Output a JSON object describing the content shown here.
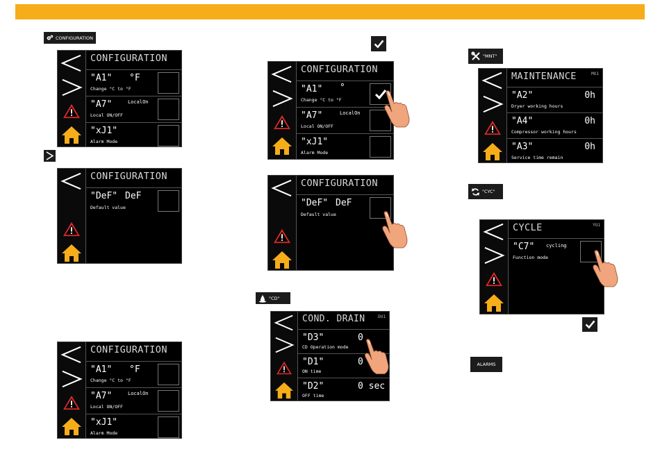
{
  "colors": {
    "accent": "#F6AD1A",
    "alarm": "#D62828",
    "home": "#F6AD1A"
  },
  "labels": {
    "configuration": "CONFIGURATION",
    "mnt": "\"MNT\"",
    "cyc": "\"CYC\"",
    "cd": "\"CD\"",
    "alarms": "ALARMS"
  },
  "screens": {
    "s1": {
      "title": "CONFIGURATION",
      "r1": {
        "name": "\"A1\"",
        "val": "°F",
        "desc": "Change °C to °F"
      },
      "r2": {
        "name": "\"A7\"",
        "val": "LocalOn",
        "desc": "Local ON/OFF"
      },
      "r3": {
        "name": "\"xJ1\"",
        "desc": "Alarm Mode"
      }
    },
    "s2": {
      "title": "CONFIGURATION",
      "r1": {
        "name": "\"DeF\"",
        "val": "DeF",
        "desc": "Default value"
      }
    },
    "s3": {
      "title": "CONFIGURATION",
      "r1": {
        "name": "\"A1\"",
        "val": "°F",
        "desc": "Change °C to °F"
      },
      "r2": {
        "name": "\"A7\"",
        "val": "LocalOn",
        "desc": "Local ON/OFF"
      },
      "r3": {
        "name": "\"xJ1\"",
        "desc": "Alarm Mode"
      }
    },
    "s4": {
      "title": "CONFIGURATION",
      "r1": {
        "name": "\"A1\"",
        "val": "°",
        "desc": "Change °C to °F"
      },
      "r2": {
        "name": "\"A7\"",
        "val": "LocalOn",
        "desc": "Local ON/OFF"
      },
      "r3": {
        "name": "\"xJ1\"",
        "desc": "Alarm Mode"
      }
    },
    "s5": {
      "title": "CONFIGURATION",
      "r1": {
        "name": "\"DeF\"",
        "val": "DeF",
        "desc": "Default value"
      }
    },
    "s6": {
      "title": "COND. DRAIN",
      "code": "DU1",
      "r1": {
        "name": "\"D3\"",
        "val": "0",
        "desc": "CD Operation mode"
      },
      "r2": {
        "name": "\"D1\"",
        "val": "0",
        "desc": "ON time"
      },
      "r3": {
        "name": "\"D2\"",
        "val": "0 sec",
        "desc": "OFF time"
      }
    },
    "s7": {
      "title": "MAINTENANCE",
      "code": "MU1",
      "r1": {
        "name": "\"A2\"",
        "val": "0h",
        "desc": "Dryer working hours"
      },
      "r2": {
        "name": "\"A4\"",
        "val": "0h",
        "desc": "Compressor working hours"
      },
      "r3": {
        "name": "\"A3\"",
        "val": "0h",
        "desc": "Service time remain"
      }
    },
    "s8": {
      "title": "CYCLE",
      "code": "YU1",
      "r1": {
        "name": "\"C7\"",
        "val": "cycling",
        "desc": "Function mode"
      }
    }
  }
}
